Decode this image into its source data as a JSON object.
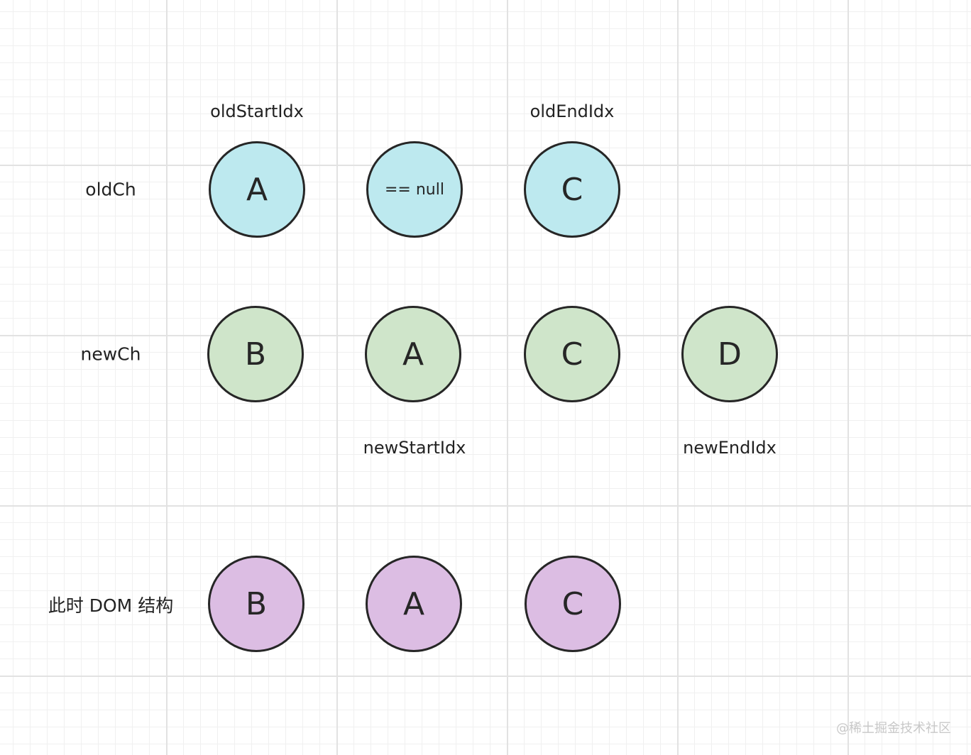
{
  "pointers": {
    "old_start": "oldStartIdx",
    "old_end": "oldEndIdx",
    "new_start": "newStartIdx",
    "new_end": "newEndIdx"
  },
  "rows": {
    "old": {
      "label": "oldCh",
      "nodes": [
        "A",
        "== null",
        "C"
      ]
    },
    "new": {
      "label": "newCh",
      "nodes": [
        "B",
        "A",
        "C",
        "D"
      ]
    },
    "dom": {
      "label": "此时 DOM 结构",
      "nodes": [
        "B",
        "A",
        "C"
      ]
    }
  },
  "colors": {
    "old_fill": "#bde9ef",
    "new_fill": "#cfe5ca",
    "dom_fill": "#dcbde3",
    "stroke": "#262626"
  },
  "watermark": "@稀土掘金技术社区"
}
